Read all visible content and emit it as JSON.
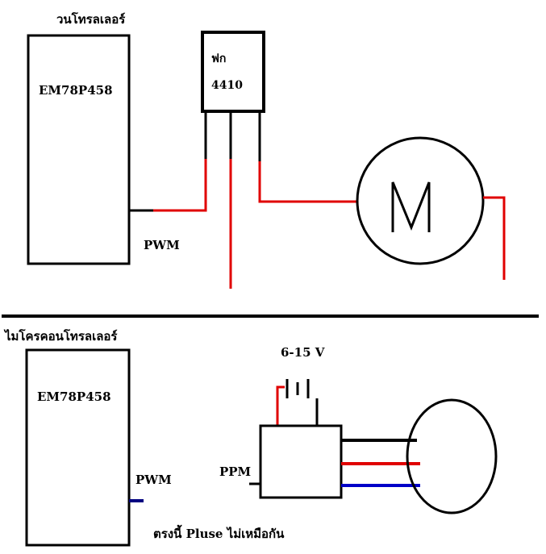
{
  "top": {
    "section_label": "วนโทรลเลอร์",
    "controller_chip": "EM78P458",
    "pwm_label": "PWM",
    "mosfet_label_line1": "ฟก",
    "mosfet_label_line2": "4410",
    "motor_label": "M"
  },
  "bottom": {
    "section_label": "ไมโครคอนโทรลเลอร์",
    "controller_chip": "EM78P458",
    "pwm_label": "PWM",
    "voltage_label": "6-15 V",
    "ppm_label": "PPM",
    "note": "ตรงนี้ Pluse ไม่เหมือกัน"
  },
  "colors": {
    "wire_black": "#000000",
    "wire_red": "#e00000",
    "wire_blue": "#0000c8"
  }
}
